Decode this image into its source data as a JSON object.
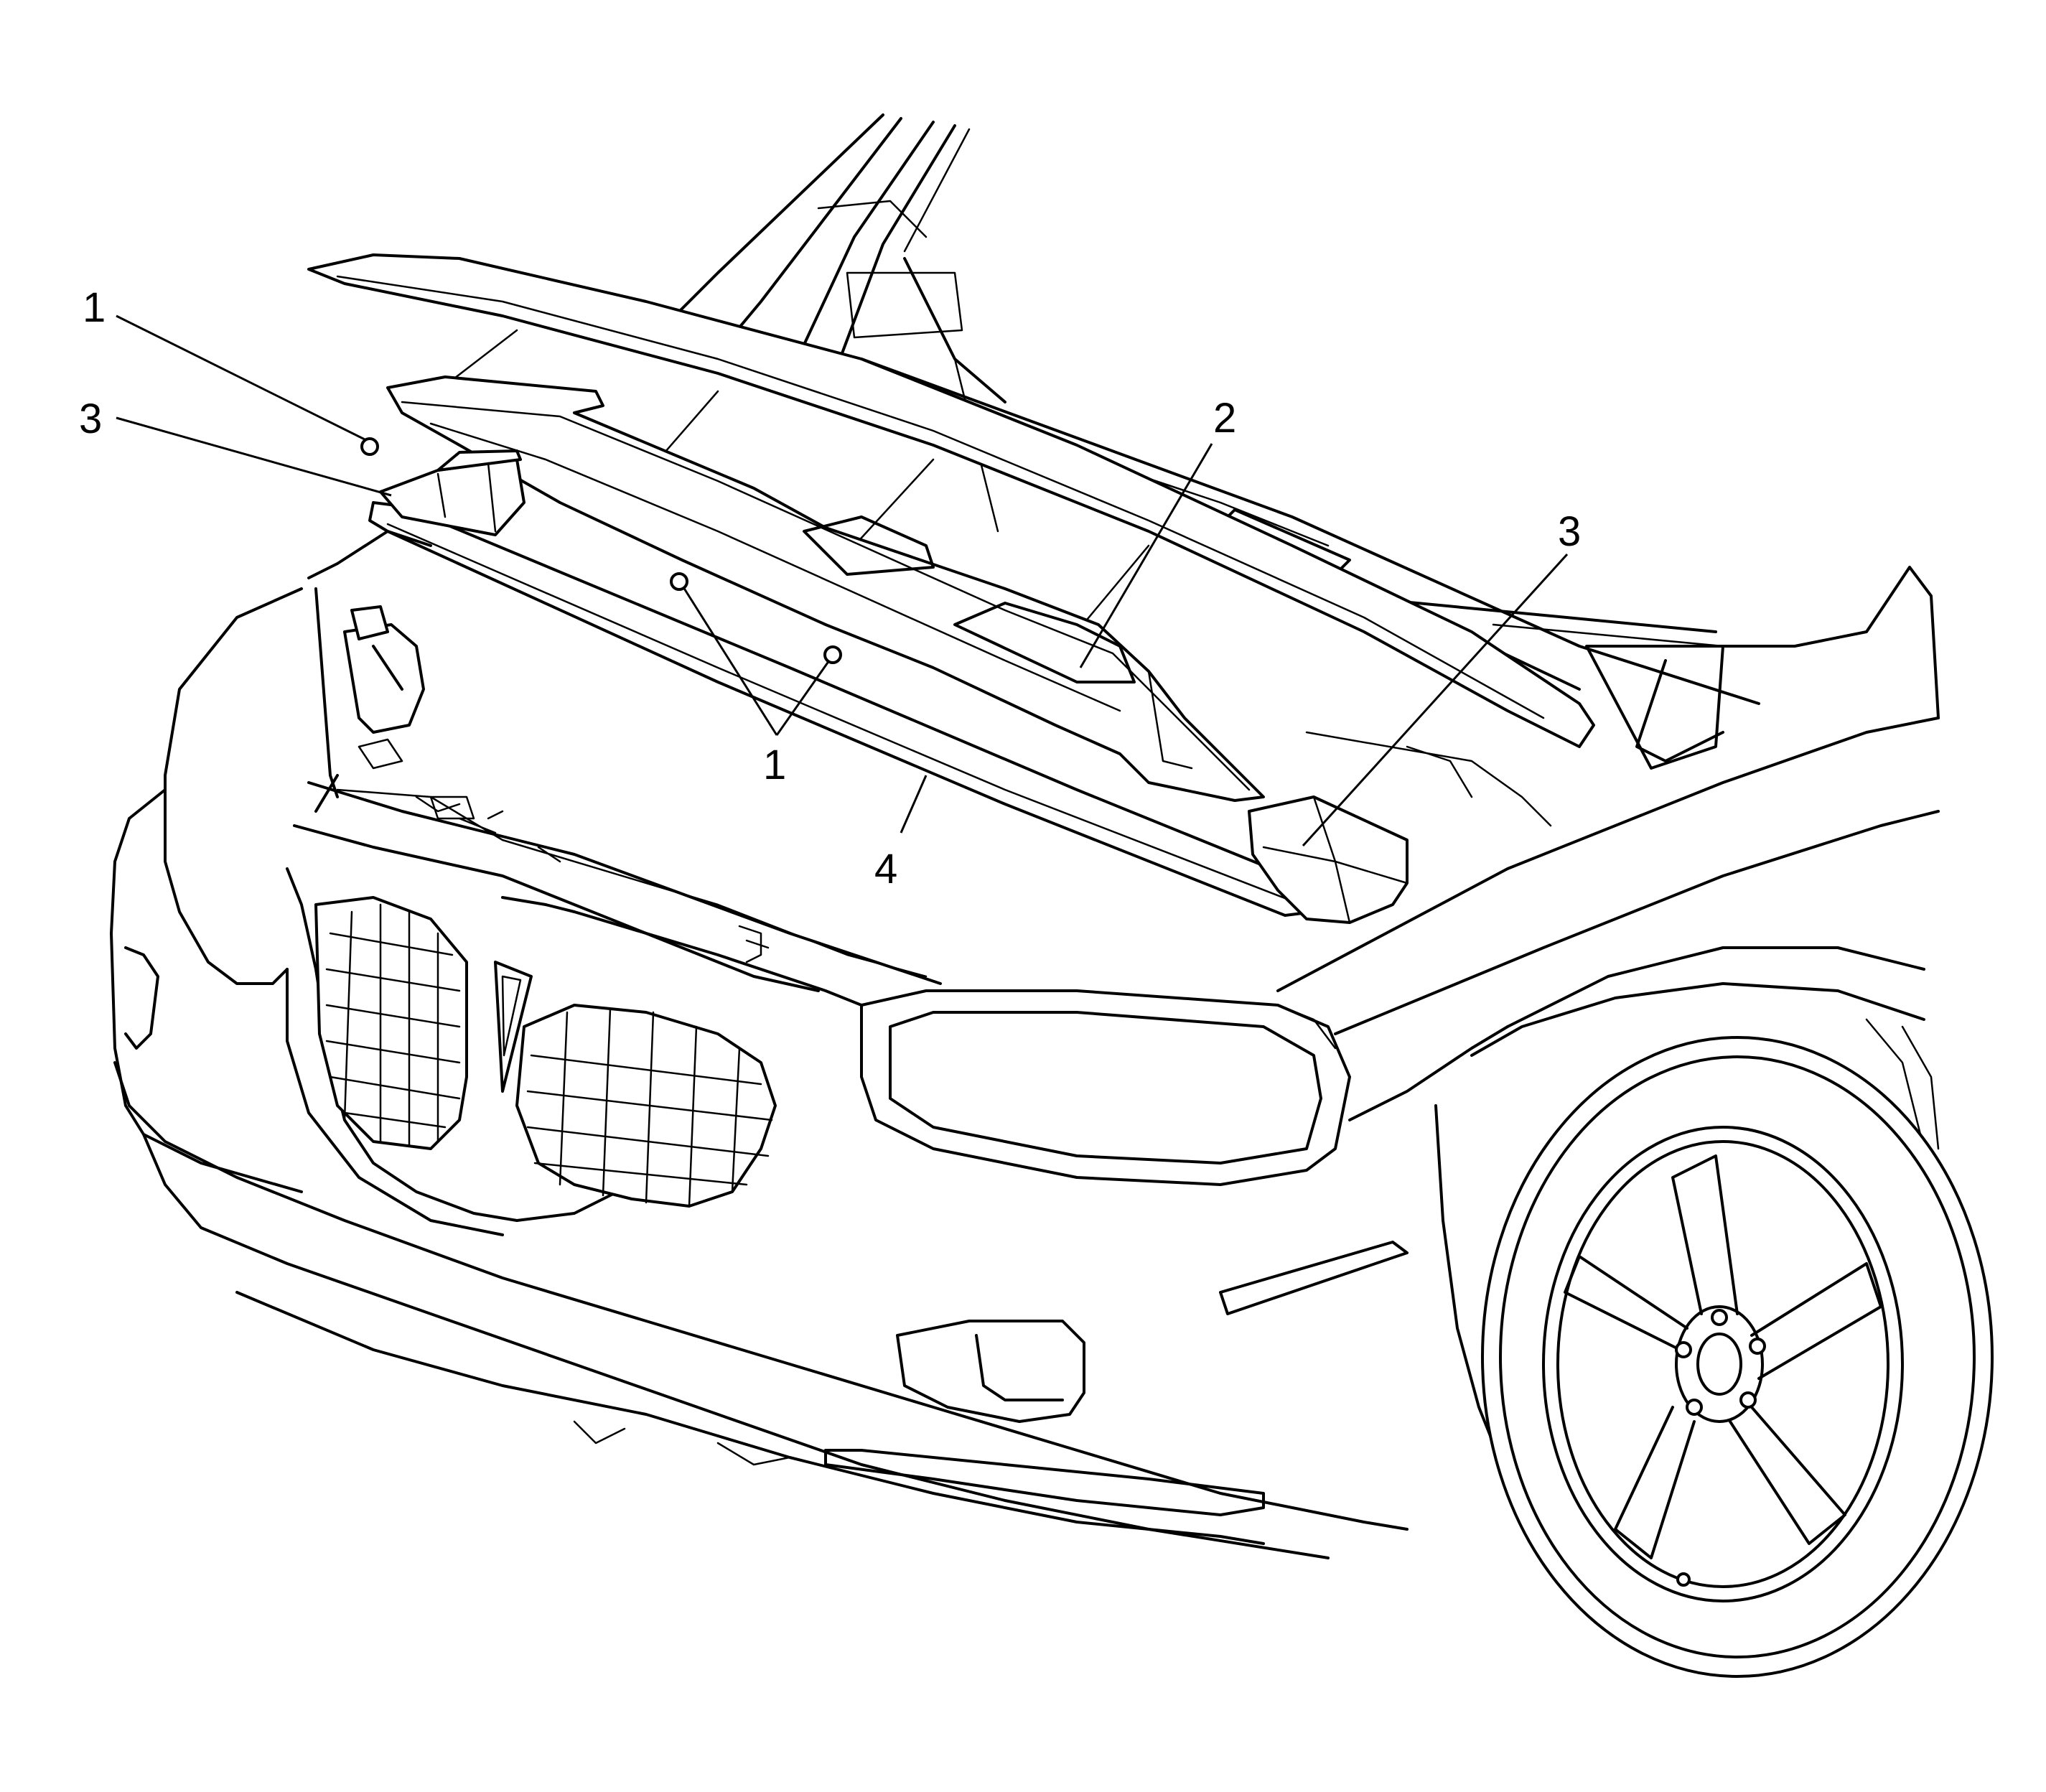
{
  "callouts": [
    {
      "id": "c1a",
      "label": "1"
    },
    {
      "id": "c3a",
      "label": "3"
    },
    {
      "id": "c2",
      "label": "2"
    },
    {
      "id": "c3b",
      "label": "3"
    },
    {
      "id": "c1b",
      "label": "1"
    },
    {
      "id": "c4",
      "label": "4"
    }
  ]
}
